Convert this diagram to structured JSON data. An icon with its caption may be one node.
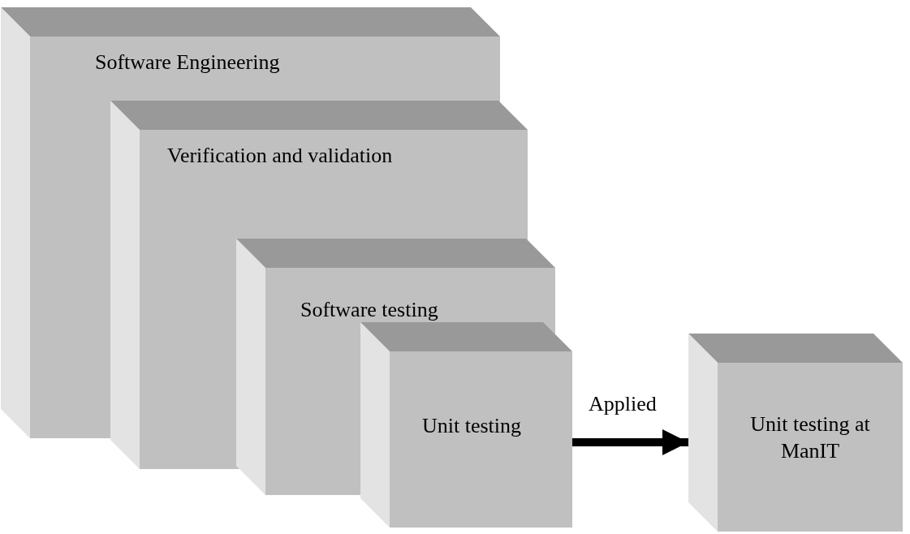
{
  "diagram": {
    "nodes": [
      {
        "text": [
          "Software Engineering"
        ]
      },
      {
        "text": [
          "Verification and validation"
        ]
      },
      {
        "text": [
          "Software testing"
        ]
      },
      {
        "text": [
          "Unit testing"
        ]
      },
      {
        "text": [
          "Unit testing at ManIT"
        ]
      }
    ],
    "edges": [
      {
        "from": 3,
        "to": 4,
        "arrow": "to",
        "label": "Applied"
      }
    ]
  }
}
